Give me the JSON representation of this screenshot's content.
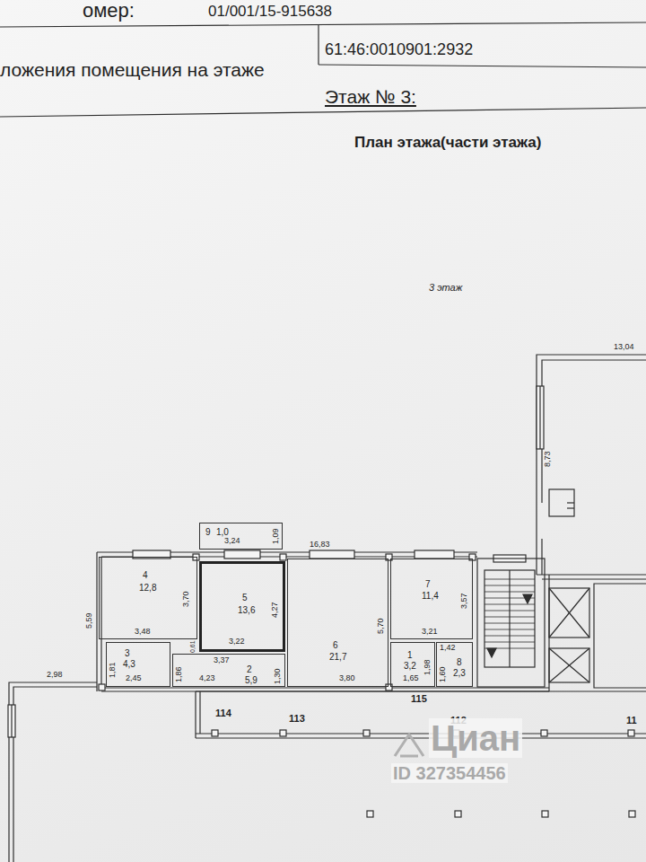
{
  "diagram": {
    "title": "План этажа(части этажа)",
    "nodes": [
      {
        "text": [
          "9",
          "1,0"
        ]
      },
      {
        "text": [
          "4",
          "12,8"
        ]
      },
      {
        "text": [
          "5",
          "13,6"
        ]
      },
      {
        "text": [
          "6",
          "21,7"
        ]
      },
      {
        "text": [
          "7",
          "11,4"
        ]
      },
      {
        "text": [
          "3",
          "4,3"
        ]
      },
      {
        "text": [
          "2",
          "5,9"
        ]
      },
      {
        "text": [
          "1",
          "3,2"
        ]
      },
      {
        "text": [
          "8",
          "2,3"
        ]
      }
    ],
    "labels": [
      "омер:",
      "01/001/15-915638",
      "61:46:0010901:2932",
      "ложения помещения на этаже",
      "Этаж № 3:",
      "3 этаж",
      "13,04",
      "8,73",
      "3,24",
      "1,09",
      "16,83",
      "5,59",
      "3,70",
      "3,48",
      "4,27",
      "3,22",
      "5,70",
      "3,57",
      "3,21",
      "1,81",
      "2,45",
      "1,86",
      "0,61",
      "3,37",
      "4,23",
      "1,30",
      "3,80",
      "1,98",
      "1,65",
      "1,42",
      "1,60",
      "2,98",
      "114",
      "113",
      "115",
      "112",
      "11",
      "Циан",
      "ID 327354456"
    ]
  }
}
